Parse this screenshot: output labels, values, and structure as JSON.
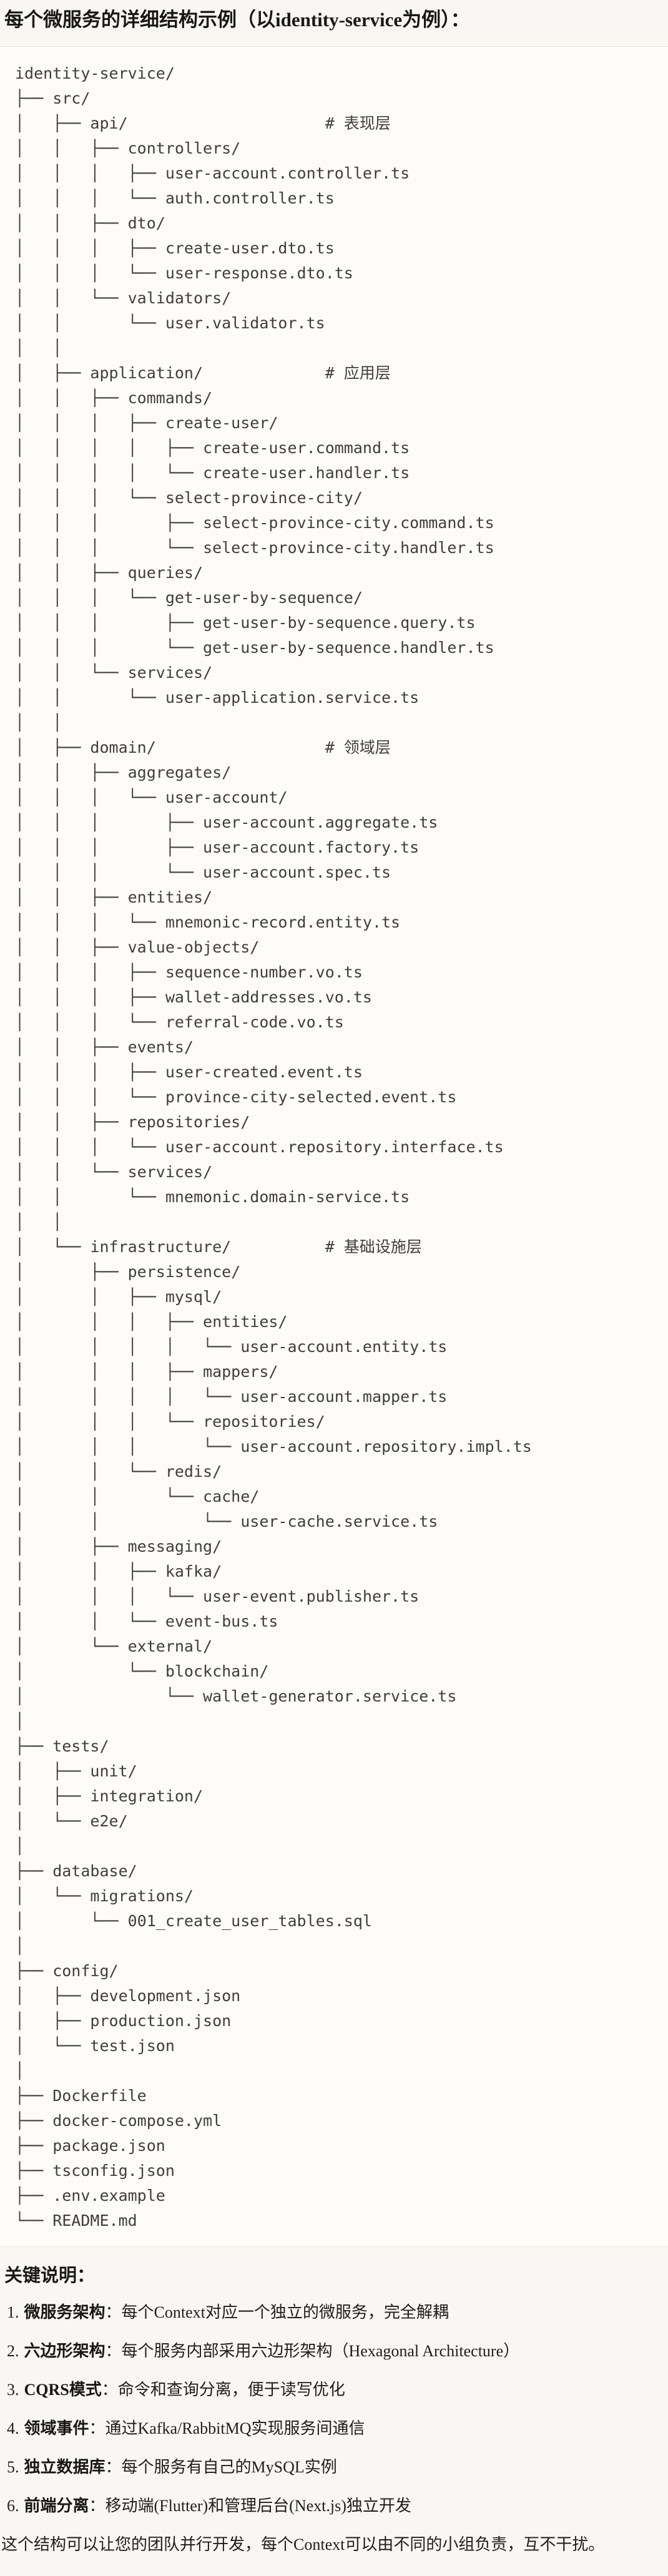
{
  "page": {
    "title": "每个微服务的详细结构示例（以identity-service为例）："
  },
  "tree": {
    "lines": [
      "identity-service/",
      "├── src/",
      "│   ├── api/                     # 表现层",
      "│   │   ├── controllers/",
      "│   │   │   ├── user-account.controller.ts",
      "│   │   │   └── auth.controller.ts",
      "│   │   ├── dto/",
      "│   │   │   ├── create-user.dto.ts",
      "│   │   │   └── user-response.dto.ts",
      "│   │   └── validators/",
      "│   │       └── user.validator.ts",
      "│   │",
      "│   ├── application/             # 应用层",
      "│   │   ├── commands/",
      "│   │   │   ├── create-user/",
      "│   │   │   │   ├── create-user.command.ts",
      "│   │   │   │   └── create-user.handler.ts",
      "│   │   │   └── select-province-city/",
      "│   │   │       ├── select-province-city.command.ts",
      "│   │   │       └── select-province-city.handler.ts",
      "│   │   ├── queries/",
      "│   │   │   └── get-user-by-sequence/",
      "│   │   │       ├── get-user-by-sequence.query.ts",
      "│   │   │       └── get-user-by-sequence.handler.ts",
      "│   │   └── services/",
      "│   │       └── user-application.service.ts",
      "│   │",
      "│   ├── domain/                  # 领域层",
      "│   │   ├── aggregates/",
      "│   │   │   └── user-account/",
      "│   │   │       ├── user-account.aggregate.ts",
      "│   │   │       ├── user-account.factory.ts",
      "│   │   │       └── user-account.spec.ts",
      "│   │   ├── entities/",
      "│   │   │   └── mnemonic-record.entity.ts",
      "│   │   ├── value-objects/",
      "│   │   │   ├── sequence-number.vo.ts",
      "│   │   │   ├── wallet-addresses.vo.ts",
      "│   │   │   └── referral-code.vo.ts",
      "│   │   ├── events/",
      "│   │   │   ├── user-created.event.ts",
      "│   │   │   └── province-city-selected.event.ts",
      "│   │   ├── repositories/",
      "│   │   │   └── user-account.repository.interface.ts",
      "│   │   └── services/",
      "│   │       └── mnemonic.domain-service.ts",
      "│   │",
      "│   └── infrastructure/          # 基础设施层",
      "│       ├── persistence/",
      "│       │   ├── mysql/",
      "│       │   │   ├── entities/",
      "│       │   │   │   └── user-account.entity.ts",
      "│       │   │   ├── mappers/",
      "│       │   │   │   └── user-account.mapper.ts",
      "│       │   │   └── repositories/",
      "│       │   │       └── user-account.repository.impl.ts",
      "│       │   └── redis/",
      "│       │       └── cache/",
      "│       │           └── user-cache.service.ts",
      "│       ├── messaging/",
      "│       │   ├── kafka/",
      "│       │   │   └── user-event.publisher.ts",
      "│       │   └── event-bus.ts",
      "│       └── external/",
      "│           └── blockchain/",
      "│               └── wallet-generator.service.ts",
      "│",
      "├── tests/",
      "│   ├── unit/",
      "│   ├── integration/",
      "│   └── e2e/",
      "│",
      "├── database/",
      "│   └── migrations/",
      "│       └── 001_create_user_tables.sql",
      "│",
      "├── config/",
      "│   ├── development.json",
      "│   ├── production.json",
      "│   └── test.json",
      "│",
      "├── Dockerfile",
      "├── docker-compose.yml",
      "├── package.json",
      "├── tsconfig.json",
      "├── .env.example",
      "└── README.md"
    ]
  },
  "notes": {
    "heading": "关键说明：",
    "items": [
      {
        "num": "1.",
        "term": "微服务架构",
        "desc": "：每个Context对应一个独立的微服务，完全解耦"
      },
      {
        "num": "2.",
        "term": "六边形架构",
        "desc": "：每个服务内部采用六边形架构（Hexagonal Architecture）"
      },
      {
        "num": "3.",
        "term": "CQRS模式",
        "desc": "：命令和查询分离，便于读写优化"
      },
      {
        "num": "4.",
        "term": "领域事件",
        "desc": "：通过Kafka/RabbitMQ实现服务间通信"
      },
      {
        "num": "5.",
        "term": "独立数据库",
        "desc": "：每个服务有自己的MySQL实例"
      },
      {
        "num": "6.",
        "term": "前端分离",
        "desc": "：移动端(Flutter)和管理后台(Next.js)独立开发"
      }
    ],
    "footer": "这个结构可以让您的团队并行开发，每个Context可以由不同的小组负责，互不干扰。"
  }
}
